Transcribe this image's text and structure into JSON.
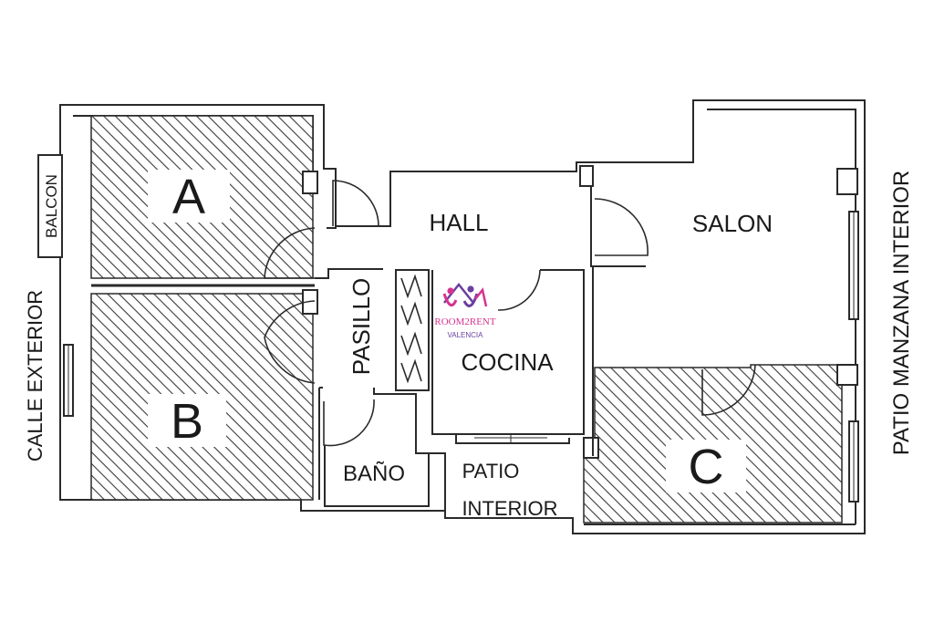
{
  "plan": {
    "rooms": {
      "a": "A",
      "b": "B",
      "c": "C",
      "hall": "HALL",
      "salon": "SALON",
      "pasillo": "PASILLO",
      "cocina": "COCINA",
      "bano": "BAÑO",
      "patio_1": "PATIO",
      "patio_2": "INTERIOR"
    },
    "side_labels": {
      "balcon": "BALCON",
      "calle_exterior": "CALLE EXTERIOR",
      "patio_manzana": "PATIO MANZANA INTERIOR"
    },
    "logo": {
      "name": "ROOM2RENT",
      "city": "VALENCIA",
      "colors": {
        "magenta": "#d6338f",
        "purple": "#6a3fa0"
      }
    }
  }
}
